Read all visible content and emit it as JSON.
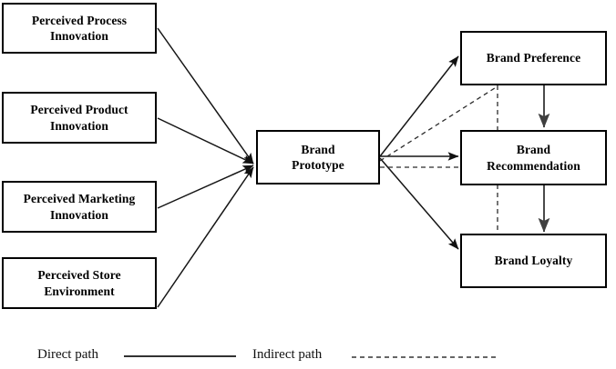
{
  "diagram": {
    "title": "Brand prototype conceptual path model",
    "nodes": {
      "perceived_process_innovation": "Perceived Process\nInnovation",
      "perceived_product_innovation": "Perceived Product\nInnovation",
      "perceived_marketing_innovation": "Perceived Marketing\nInnovation",
      "perceived_store_environment": "Perceived Store\nEnvironment",
      "brand_prototype": "Brand\nPrototype",
      "brand_preference": "Brand Preference",
      "brand_recommendation": "Brand\nRecommendation",
      "brand_loyalty": "Brand Loyalty"
    },
    "legend": {
      "direct_label": "Direct path",
      "indirect_label": "Indirect path"
    },
    "colors": {
      "box_border": "#000000",
      "box_fill": "#ffffff",
      "direct_line": "#1a1a1a",
      "indirect_line": "#333333",
      "vertical_line": "#4a4a4a",
      "text": "#000000"
    },
    "edges": [
      {
        "from": "perceived_process_innovation",
        "to": "brand_prototype",
        "style": "direct"
      },
      {
        "from": "perceived_product_innovation",
        "to": "brand_prototype",
        "style": "direct"
      },
      {
        "from": "perceived_marketing_innovation",
        "to": "brand_prototype",
        "style": "direct"
      },
      {
        "from": "perceived_store_environment",
        "to": "brand_prototype",
        "style": "direct"
      },
      {
        "from": "brand_prototype",
        "to": "brand_preference",
        "style": "direct"
      },
      {
        "from": "brand_prototype",
        "to": "brand_recommendation",
        "style": "direct"
      },
      {
        "from": "brand_prototype",
        "to": "brand_loyalty",
        "style": "direct"
      },
      {
        "from": "brand_preference",
        "to": "brand_recommendation",
        "style": "direct"
      },
      {
        "from": "brand_recommendation",
        "to": "brand_loyalty",
        "style": "direct"
      },
      {
        "from": "brand_prototype",
        "to": "brand_preference",
        "style": "indirect"
      },
      {
        "from": "brand_prototype",
        "to": "brand_recommendation",
        "style": "indirect"
      },
      {
        "from": "brand_preference",
        "to": "brand_loyalty",
        "style": "indirect"
      }
    ]
  }
}
